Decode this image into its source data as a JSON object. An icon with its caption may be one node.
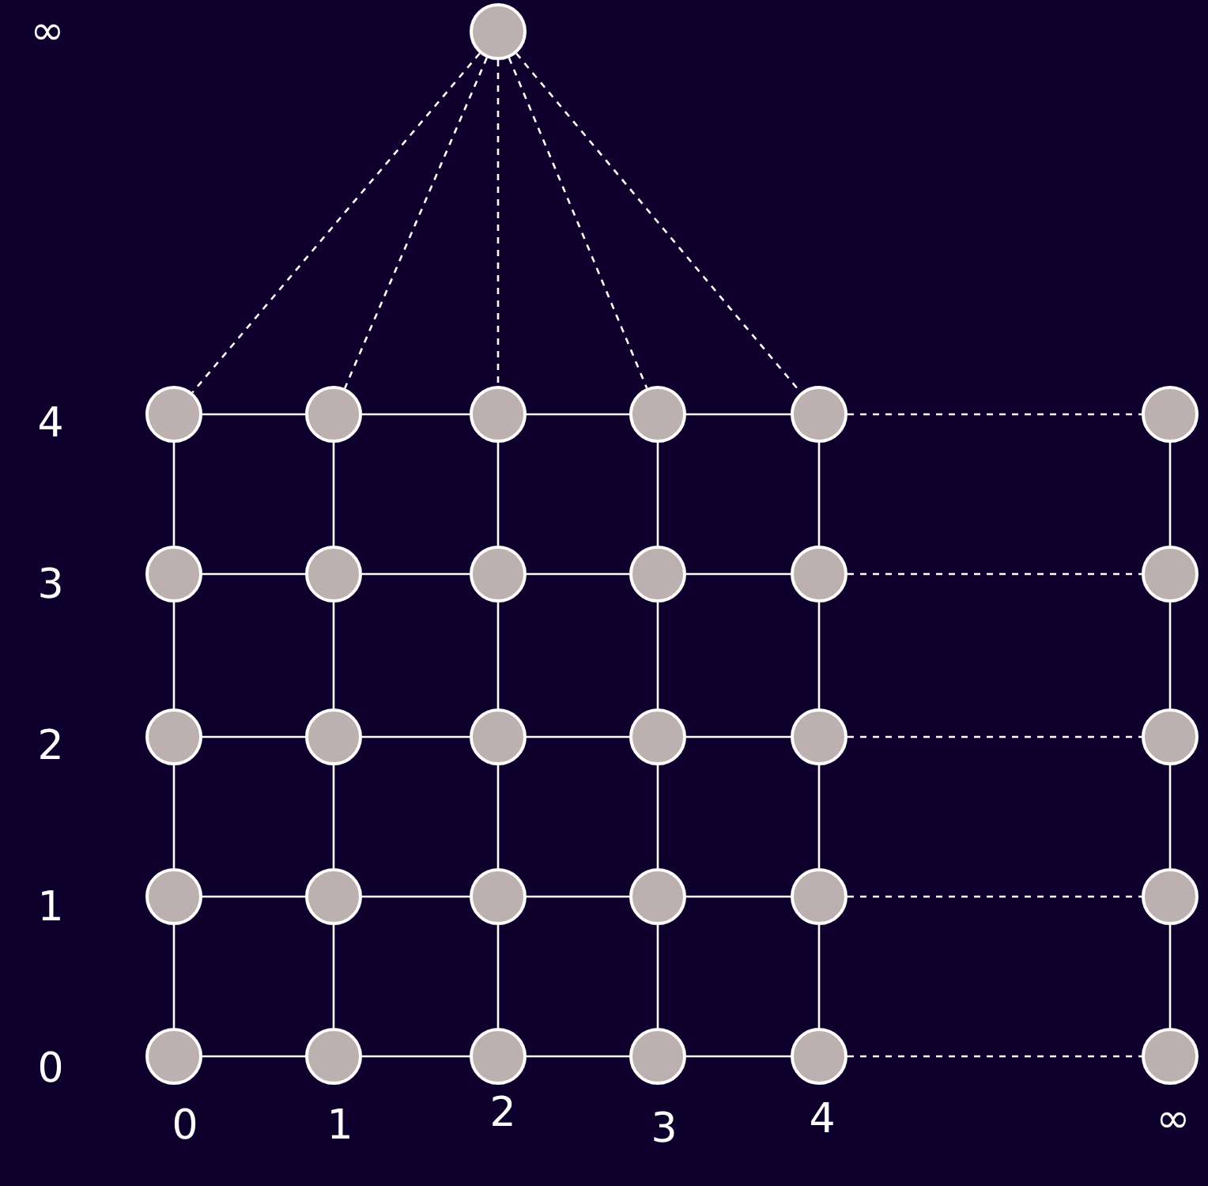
{
  "diagram": {
    "nodes": [
      {
        "text": [],
        "shape": "circle"
      },
      {
        "text": [],
        "shape": "circle"
      },
      {
        "text": [],
        "shape": "circle"
      },
      {
        "text": [],
        "shape": "circle"
      },
      {
        "text": [],
        "shape": "circle"
      },
      {
        "text": [],
        "shape": "circle"
      },
      {
        "text": [],
        "shape": "circle"
      },
      {
        "text": [],
        "shape": "circle"
      },
      {
        "text": [],
        "shape": "circle"
      },
      {
        "text": [],
        "shape": "circle"
      },
      {
        "text": [],
        "shape": "circle"
      },
      {
        "text": [],
        "shape": "circle"
      },
      {
        "text": [],
        "shape": "circle"
      },
      {
        "text": [],
        "shape": "circle"
      },
      {
        "text": [],
        "shape": "circle"
      },
      {
        "text": [],
        "shape": "circle"
      },
      {
        "text": [],
        "shape": "circle"
      },
      {
        "text": [],
        "shape": "circle"
      },
      {
        "text": [],
        "shape": "circle"
      },
      {
        "text": [],
        "shape": "circle"
      },
      {
        "text": [],
        "shape": "circle"
      },
      {
        "text": [],
        "shape": "circle"
      },
      {
        "text": [],
        "shape": "circle"
      },
      {
        "text": [],
        "shape": "circle"
      },
      {
        "text": [],
        "shape": "circle"
      },
      {
        "text": [],
        "shape": "circle"
      },
      {
        "text": [],
        "shape": "circle"
      },
      {
        "text": [],
        "shape": "circle"
      },
      {
        "text": [],
        "shape": "circle"
      },
      {
        "text": [],
        "shape": "circle"
      },
      {
        "text": [],
        "shape": "circle"
      }
    ],
    "edges": [
      {
        "from": 0,
        "to": 1,
        "arrow": "none",
        "style": "dashed"
      },
      {
        "from": 0,
        "to": 2,
        "arrow": "none",
        "style": "dashed"
      },
      {
        "from": 0,
        "to": 3,
        "arrow": "none",
        "style": "dashed"
      },
      {
        "from": 0,
        "to": 4,
        "arrow": "none",
        "style": "dashed"
      },
      {
        "from": 0,
        "to": 5,
        "arrow": "none",
        "style": "dashed"
      },
      {
        "from": 1,
        "to": 2,
        "arrow": "none"
      },
      {
        "from": 2,
        "to": 3,
        "arrow": "none"
      },
      {
        "from": 3,
        "to": 4,
        "arrow": "none"
      },
      {
        "from": 4,
        "to": 5,
        "arrow": "none"
      },
      {
        "from": 5,
        "to": 6,
        "arrow": "none",
        "style": "dashed"
      },
      {
        "from": 7,
        "to": 8,
        "arrow": "none"
      },
      {
        "from": 8,
        "to": 9,
        "arrow": "none"
      },
      {
        "from": 9,
        "to": 10,
        "arrow": "none"
      },
      {
        "from": 10,
        "to": 11,
        "arrow": "none"
      },
      {
        "from": 11,
        "to": 12,
        "arrow": "none",
        "style": "dashed"
      },
      {
        "from": 13,
        "to": 14,
        "arrow": "none"
      },
      {
        "from": 14,
        "to": 15,
        "arrow": "none"
      },
      {
        "from": 15,
        "to": 16,
        "arrow": "none"
      },
      {
        "from": 16,
        "to": 17,
        "arrow": "none"
      },
      {
        "from": 17,
        "to": 18,
        "arrow": "none",
        "style": "dashed"
      },
      {
        "from": 19,
        "to": 20,
        "arrow": "none"
      },
      {
        "from": 20,
        "to": 21,
        "arrow": "none"
      },
      {
        "from": 21,
        "to": 22,
        "arrow": "none"
      },
      {
        "from": 22,
        "to": 23,
        "arrow": "none"
      },
      {
        "from": 23,
        "to": 24,
        "arrow": "none",
        "style": "dashed"
      },
      {
        "from": 25,
        "to": 26,
        "arrow": "none"
      },
      {
        "from": 26,
        "to": 27,
        "arrow": "none"
      },
      {
        "from": 27,
        "to": 28,
        "arrow": "none"
      },
      {
        "from": 28,
        "to": 29,
        "arrow": "none"
      },
      {
        "from": 29,
        "to": 30,
        "arrow": "none",
        "style": "dashed"
      },
      {
        "from": 1,
        "to": 7,
        "arrow": "none"
      },
      {
        "from": 7,
        "to": 13,
        "arrow": "none"
      },
      {
        "from": 13,
        "to": 19,
        "arrow": "none"
      },
      {
        "from": 19,
        "to": 25,
        "arrow": "none"
      },
      {
        "from": 2,
        "to": 8,
        "arrow": "none"
      },
      {
        "from": 8,
        "to": 14,
        "arrow": "none"
      },
      {
        "from": 14,
        "to": 20,
        "arrow": "none"
      },
      {
        "from": 20,
        "to": 26,
        "arrow": "none"
      },
      {
        "from": 3,
        "to": 9,
        "arrow": "none"
      },
      {
        "from": 9,
        "to": 15,
        "arrow": "none"
      },
      {
        "from": 15,
        "to": 21,
        "arrow": "none"
      },
      {
        "from": 21,
        "to": 27,
        "arrow": "none"
      },
      {
        "from": 4,
        "to": 10,
        "arrow": "none"
      },
      {
        "from": 10,
        "to": 16,
        "arrow": "none"
      },
      {
        "from": 16,
        "to": 22,
        "arrow": "none"
      },
      {
        "from": 22,
        "to": 28,
        "arrow": "none"
      },
      {
        "from": 5,
        "to": 11,
        "arrow": "none"
      },
      {
        "from": 11,
        "to": 17,
        "arrow": "none"
      },
      {
        "from": 17,
        "to": 23,
        "arrow": "none"
      },
      {
        "from": 23,
        "to": 29,
        "arrow": "none"
      },
      {
        "from": 6,
        "to": 12,
        "arrow": "none"
      },
      {
        "from": 12,
        "to": 18,
        "arrow": "none"
      },
      {
        "from": 18,
        "to": 24,
        "arrow": "none"
      },
      {
        "from": 24,
        "to": 30,
        "arrow": "none"
      }
    ],
    "labels": [
      "∞",
      "4",
      "3",
      "2",
      "1",
      "0",
      "0",
      "1",
      "2",
      "3",
      "4",
      "∞"
    ]
  }
}
